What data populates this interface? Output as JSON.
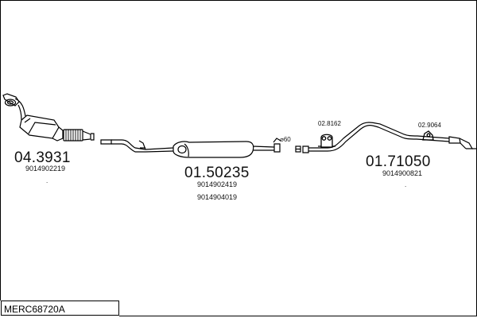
{
  "diagram_title": "MERC68720A",
  "parts": [
    {
      "number": "04.3931",
      "refs": [
        "9014902219"
      ],
      "note": "."
    },
    {
      "number": "01.50235",
      "refs": [
        "9014902419",
        "9014904019"
      ]
    },
    {
      "number": "01.71050",
      "refs": [
        "9014900821"
      ],
      "note": "."
    }
  ],
  "accessories": [
    {
      "number": "02.8162"
    },
    {
      "number": "02.9064"
    }
  ],
  "pipe_diameter": "⌀60"
}
